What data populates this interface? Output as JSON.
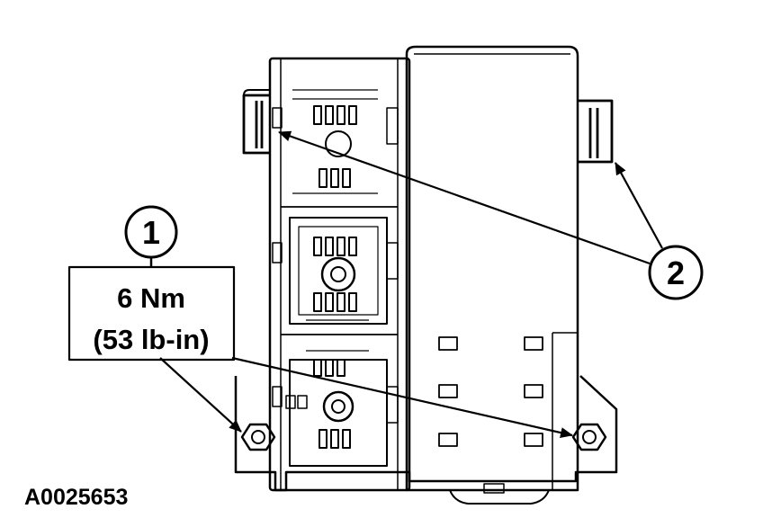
{
  "callouts": [
    {
      "number": "1"
    },
    {
      "number": "2"
    }
  ],
  "torque": {
    "metric": "6 Nm",
    "imperial": "(53 lb-in)"
  },
  "figure_id": "A0025653"
}
